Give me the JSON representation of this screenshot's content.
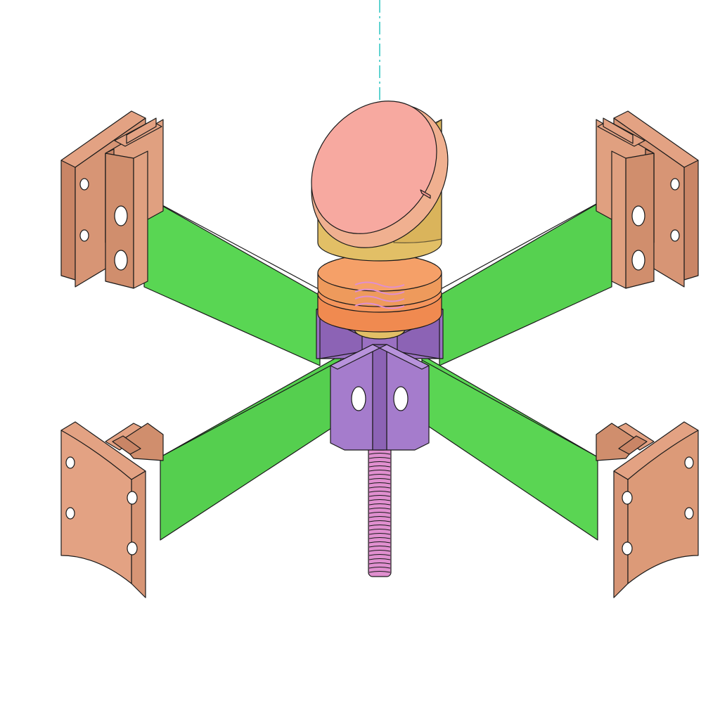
{
  "colors": {
    "background": "#ffffff",
    "axis": "#5fd3d0",
    "strap": "#59d653",
    "strap_dark": "#3fae3a",
    "clamp": "#e3a283",
    "clamp_dark": "#c98566",
    "hub": "#a57ccc",
    "hub_dark": "#8c63b5",
    "collar": "#f5955c",
    "collar_dark": "#d97b45",
    "mirror_barrel": "#e2bf66",
    "mirror_barrel_dark": "#c9a54c",
    "mirror_face": "#f7a9a0",
    "mirror_face_edge": "#e79087",
    "washer": "#7fd6cf",
    "screw": "#e08fcf"
  },
  "parts": {
    "center_axis": "dash-dot-line",
    "mirror": "angled-cylinder",
    "collar": "nut-ring",
    "hub": "cross-hub",
    "washer": "ring",
    "screw": "threaded-rod",
    "straps": [
      "strap-back-left",
      "strap-back-right",
      "strap-front-left",
      "strap-front-right"
    ],
    "clamps": [
      "clamp-back-left",
      "clamp-back-right",
      "clamp-front-left",
      "clamp-front-right"
    ]
  }
}
